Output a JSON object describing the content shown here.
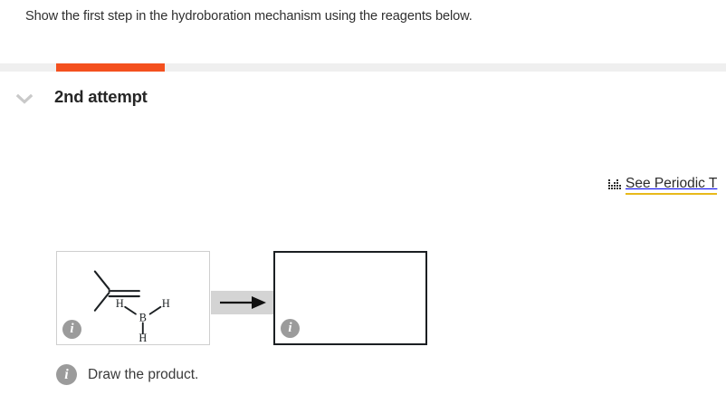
{
  "prompt": {
    "text": "Show the first step in the hydroboration mechanism using the reagents below."
  },
  "attempt": {
    "title": "2nd attempt",
    "chevron_icon": "chevron-down-icon",
    "progress_color": "#f4501e",
    "track_color": "#efefef"
  },
  "periodic_table": {
    "label": "See Periodic T",
    "icon": "periodic-table-icon",
    "underline_color": "#e8b91b"
  },
  "reaction": {
    "reactant_box": {
      "info_glyph": "i",
      "border_color": "#cfcfcf",
      "molecules": [
        {
          "name": "2-methylpropene",
          "atoms": [],
          "labels": []
        },
        {
          "name": "borane",
          "labels": [
            "H",
            "B",
            "H",
            "H"
          ]
        }
      ]
    },
    "arrow": {
      "icon": "reaction-arrow-icon",
      "band_color": "#d4d4d4"
    },
    "product_box": {
      "info_glyph": "i",
      "border_color": "#1b1f22",
      "content": ""
    }
  },
  "hint": {
    "info_glyph": "i",
    "text": "Draw the product."
  }
}
